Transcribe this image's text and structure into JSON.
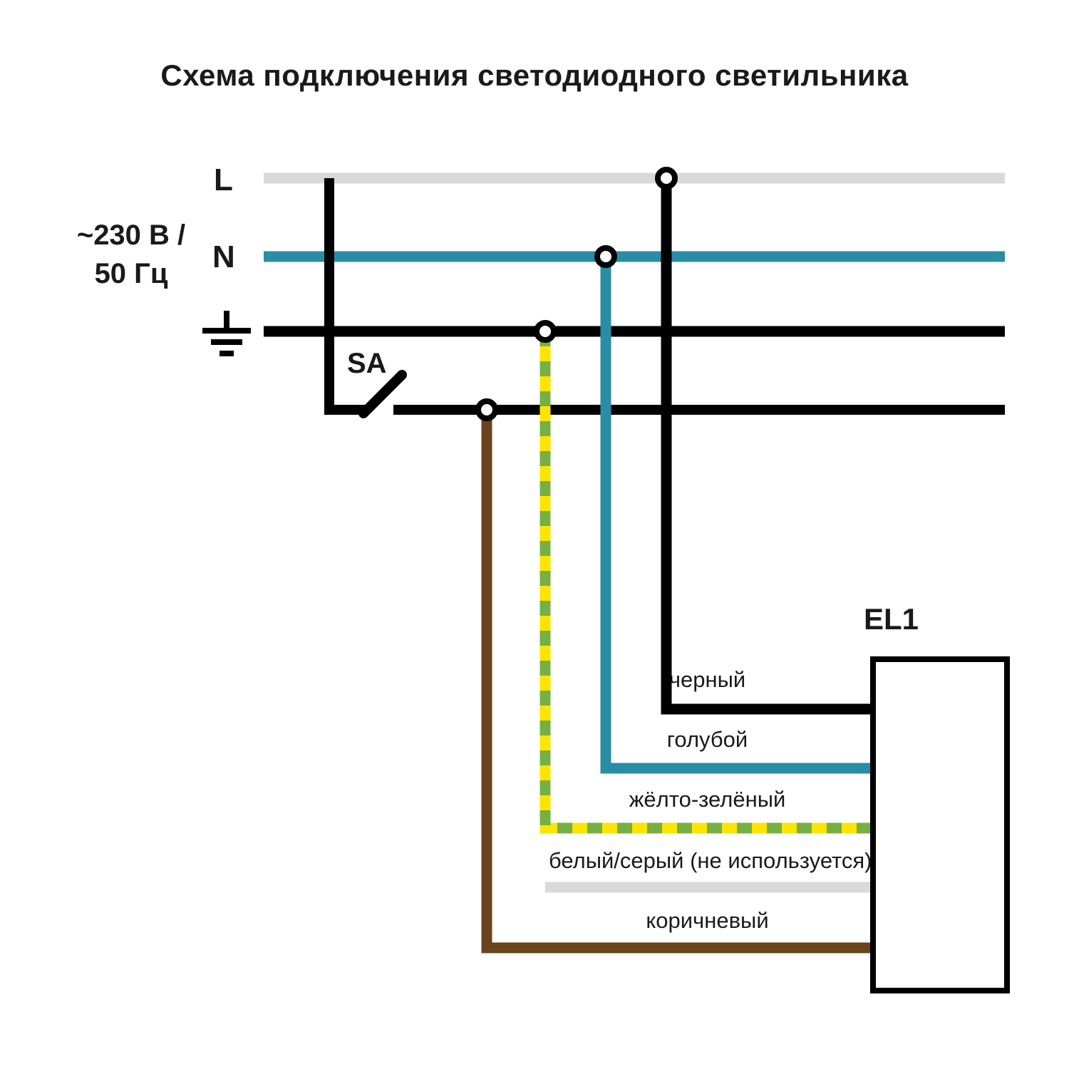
{
  "title": "Схема подключения светодиодного светильника",
  "source": {
    "line_l_label": "L",
    "line_n_label": "N",
    "voltage_line1": "~230 В /",
    "voltage_line2": "50 Гц"
  },
  "switch": {
    "label": "SA"
  },
  "luminaire": {
    "label": "EL1"
  },
  "wires": {
    "black": {
      "label": "черный"
    },
    "blue": {
      "label": "голубой"
    },
    "yellow_green": {
      "label": "жёлто-зелёный"
    },
    "white_gray": {
      "label": "белый/серый (не используется)"
    },
    "brown": {
      "label": "коричневый"
    }
  },
  "palette": {
    "black": "#000000",
    "gray": "#d9d9d9",
    "teal": "#2b8ca6",
    "yellow": "#ffe400",
    "green": "#76b043",
    "brown": "#6b431d",
    "dot_fill": "#ffffff",
    "box_fill": "#ffffff"
  }
}
